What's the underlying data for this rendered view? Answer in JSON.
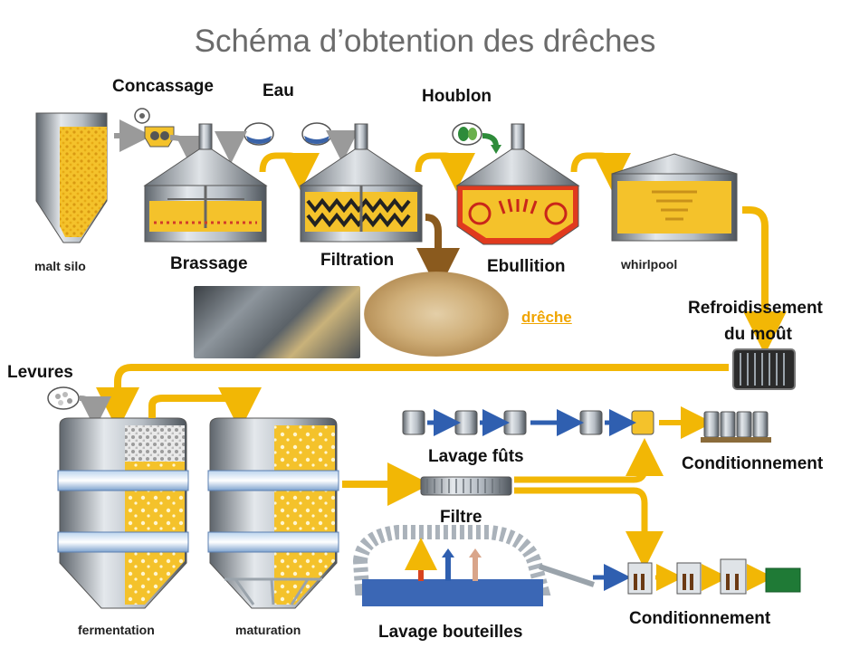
{
  "title": "Schéma d’obtention des drêches",
  "labels": {
    "concassage": "Concassage",
    "eau": "Eau",
    "houblon": "Houblon",
    "malt_silo": "malt silo",
    "brassage": "Brassage",
    "filtration": "Filtration",
    "ebullition": "Ebullition",
    "whirlpool": "whirlpool",
    "dreche": "drêche",
    "refroidissement_line1": "Refroidissement",
    "refroidissement_line2": "du moût",
    "levures": "Levures",
    "lavage_futs": "Lavage fûts",
    "conditionnement_top": "Conditionnement",
    "filtre": "Filtre",
    "fermentation": "fermentation",
    "maturation": "maturation",
    "lavage_bouteilles": "Lavage bouteilles",
    "conditionnement_bottom": "Conditionnement"
  },
  "colors": {
    "pipe": "#f2b705",
    "grey_arrow": "#9a9a9a",
    "steel": "#9aa3ab",
    "malt": "#f4c22b",
    "blue_arrow": "#2f5fb0",
    "title": "#6b6b6b",
    "dreche_link": "#f0a500"
  }
}
